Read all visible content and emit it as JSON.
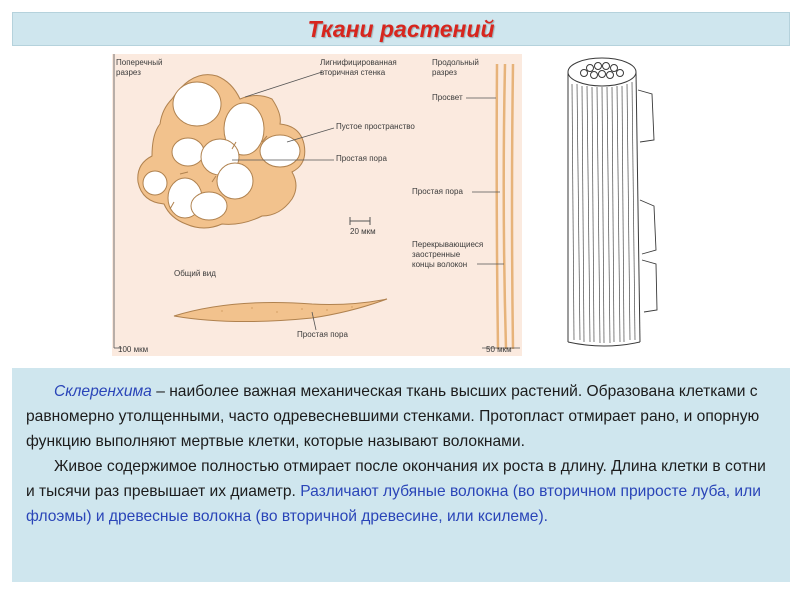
{
  "title": "Ткани растений",
  "figure": {
    "labels": {
      "cross_section": "Поперечный\nразрез",
      "lignified_wall": "Лигнифицированная\nвторичная стенка",
      "empty_space": "Пустое пространство",
      "simple_pore_1": "Простая пора",
      "scale_20": "20 мкм",
      "general_view": "Общий вид",
      "simple_pore_2": "Простая пора",
      "scale_100": "100 мкм",
      "longitudinal_section": "Продольный\nразрез",
      "lumen": "Просвет",
      "simple_pore_3": "Простая пора",
      "overlapping_ends": "Перекрывающиеся\nзаостренные\nконцы волокон",
      "scale_50": "50 мкм"
    },
    "colors": {
      "panel_bg": "#fbeadf",
      "cell_wall": "#f2c28d",
      "wall_outline": "#b0824f",
      "lumen": "#ffffff"
    }
  },
  "paragraphs": {
    "p1_term": "Склеренхима",
    "p1_rest": " – наиболее важная механическая ткань высших растений. Образована клетками с равномерно утолщенными, часто одревесневшими стенками. Протопласт отмирает рано, и опорную функцию выполняют мертвые клетки, которые называют волокнами.",
    "p2_start": "Живое содержимое полностью отмирает после окончания их роста в длину. Длина клетки в сотни и тысячи раз превышает их диаметр. ",
    "p2_blue": "Различают лубяные волокна (во вторичном приросте луба, или флоэмы) и древесные волокна (во вторичной древесине, или ксилеме)."
  },
  "colors": {
    "title_red": "#d7261e",
    "panel_blue": "#cfe6ee",
    "text_blue": "#2a45b8"
  }
}
